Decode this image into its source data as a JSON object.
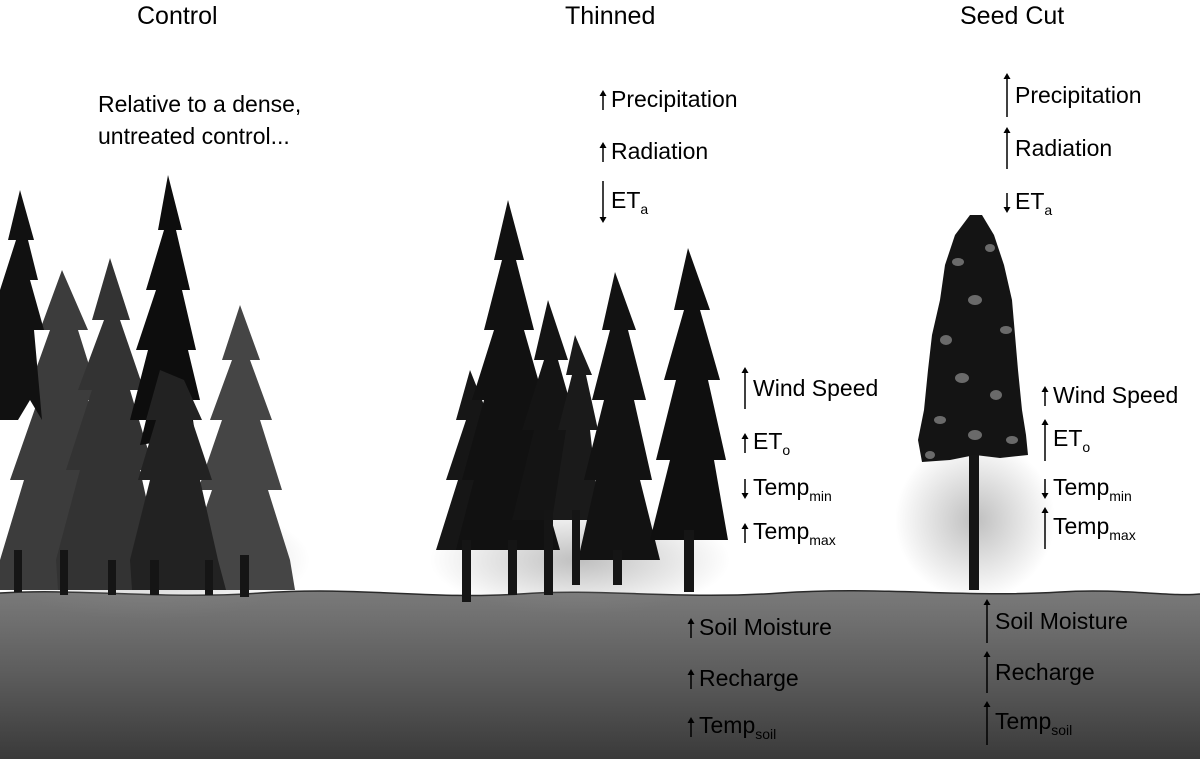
{
  "columns": {
    "control": "Control",
    "thinned": "Thinned",
    "seed_cut": "Seed Cut"
  },
  "note": {
    "line1": "Relative to a dense,",
    "line2": "untreated control..."
  },
  "thinned": {
    "precipitation": {
      "arrow": "up",
      "text": "Precipitation"
    },
    "radiation": {
      "arrow": "up",
      "text": "Radiation"
    },
    "et_a": {
      "arrow": "down",
      "base": "ET",
      "sub": "a"
    },
    "wind_speed": {
      "arrow": "up",
      "text": "Wind Speed"
    },
    "et_o": {
      "arrow": "up",
      "base": "ET",
      "sub": "o"
    },
    "temp_min": {
      "arrow": "down",
      "base": "Temp",
      "sub": "min"
    },
    "temp_max": {
      "arrow": "up",
      "base": "Temp",
      "sub": "max"
    },
    "soil_moisture": {
      "arrow": "up",
      "text": "Soil Moisture"
    },
    "recharge": {
      "arrow": "up",
      "text": "Recharge"
    },
    "temp_soil": {
      "arrow": "up",
      "base": "Temp",
      "sub": "soil"
    }
  },
  "seed_cut": {
    "precipitation": {
      "arrow": "up",
      "text": "Precipitation"
    },
    "radiation": {
      "arrow": "up",
      "text": "Radiation"
    },
    "et_a": {
      "arrow": "down",
      "base": "ET",
      "sub": "a"
    },
    "wind_speed": {
      "arrow": "up",
      "text": "Wind Speed"
    },
    "et_o": {
      "arrow": "up",
      "base": "ET",
      "sub": "o"
    },
    "temp_min": {
      "arrow": "down",
      "base": "Temp",
      "sub": "min"
    },
    "temp_max": {
      "arrow": "up",
      "base": "Temp",
      "sub": "max"
    },
    "soil_moisture": {
      "arrow": "up",
      "text": "Soil Moisture"
    },
    "recharge": {
      "arrow": "up",
      "text": "Recharge"
    },
    "temp_soil": {
      "arrow": "up",
      "base": "Temp",
      "sub": "soil"
    }
  }
}
